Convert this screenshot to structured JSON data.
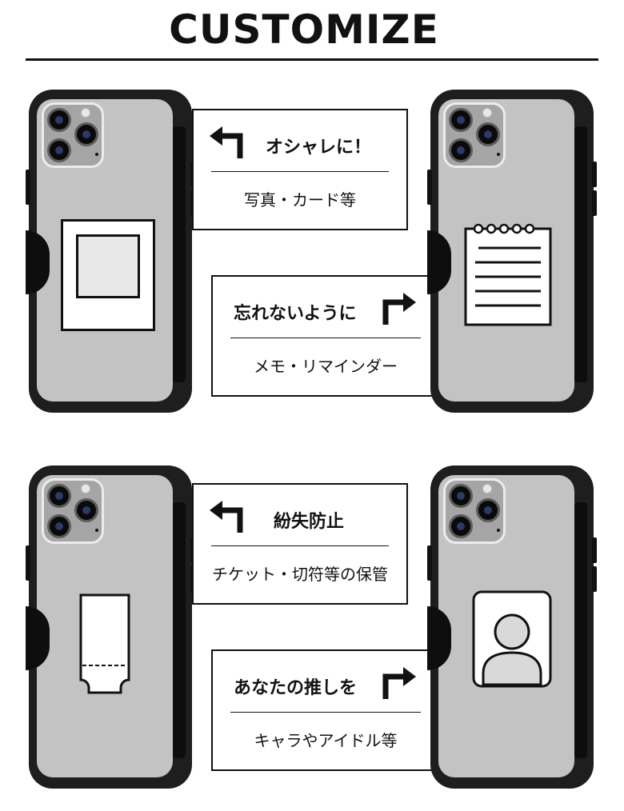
{
  "page": {
    "title": "CUSTOMIZE"
  },
  "panels": [
    {
      "heading": "オシャレに！",
      "sub": "写真・カード等",
      "arrow": "left-turn"
    },
    {
      "heading": "忘れないように",
      "sub": "メモ・リマインダー",
      "arrow": "right-turn"
    },
    {
      "heading": "紛失防止",
      "sub": "チケット・切符等の保管",
      "arrow": "left-turn"
    },
    {
      "heading": "あなたの推しを",
      "sub": "キャラやアイドル等",
      "arrow": "right-turn"
    }
  ],
  "phones": [
    {
      "insert": "photo-icon"
    },
    {
      "insert": "notepad-icon"
    },
    {
      "insert": "ticket-icon"
    },
    {
      "insert": "person-icon"
    }
  ],
  "colors": {
    "case": "#1e1e1e",
    "back": "#c3c3c3",
    "accent": "#111111"
  }
}
